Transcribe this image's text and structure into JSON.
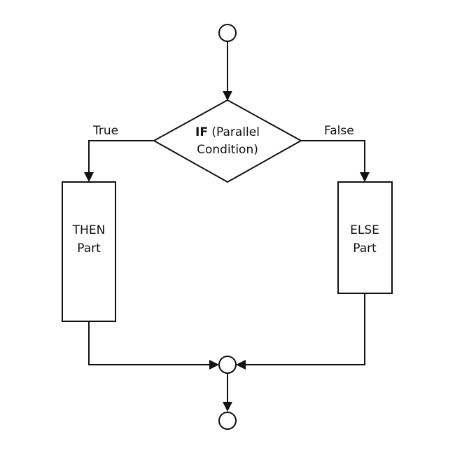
{
  "nodes": {
    "decision": {
      "line1_bold": "IF",
      "line1_rest": " (Parallel",
      "line2": "Condition)"
    },
    "then_box": {
      "line1": "THEN",
      "line2": "Part"
    },
    "else_box": {
      "line1": "ELSE",
      "line2": "Part"
    }
  },
  "edges": {
    "true_label": "True",
    "false_label": "False"
  }
}
